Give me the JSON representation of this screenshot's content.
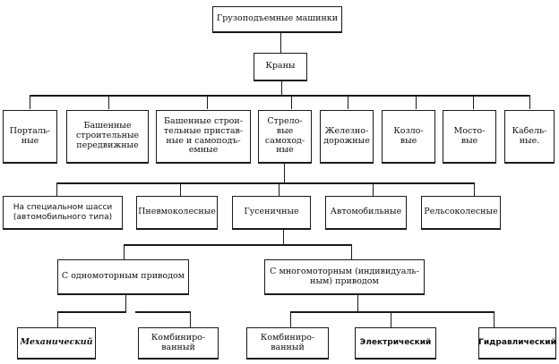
{
  "diagram": {
    "root": "Грузоподъемные машинки",
    "level1": "Краны",
    "crane_types": [
      "Порталь-\nные",
      "Башенные\nстроительные\nпередвижные",
      "Башенные строи-\nтельные пристав-\nные и самоподъ-\nемные",
      "Стрело-\nвые\nсамоход-\nные",
      "Железно-\nдорожные",
      "Козло-\nвые",
      "Мосто-\nвые",
      "Кабель-\nные."
    ],
    "chassis_types": [
      "На специальном шасси\n(автомобильного типа)",
      "Пневмоколесные",
      "Гусеничные",
      "Автомобильные",
      "Рельсоколесные"
    ],
    "drive_types": [
      "С одномоторным приводом",
      "С многомоторным (индивидуаль-\nным) приводом"
    ],
    "single_motor_drives": [
      "Механический",
      "Комбиниро-\nванный"
    ],
    "multi_motor_drives": [
      "Комбиниро-\nванный",
      "Электрический",
      "Гидравлический"
    ]
  }
}
